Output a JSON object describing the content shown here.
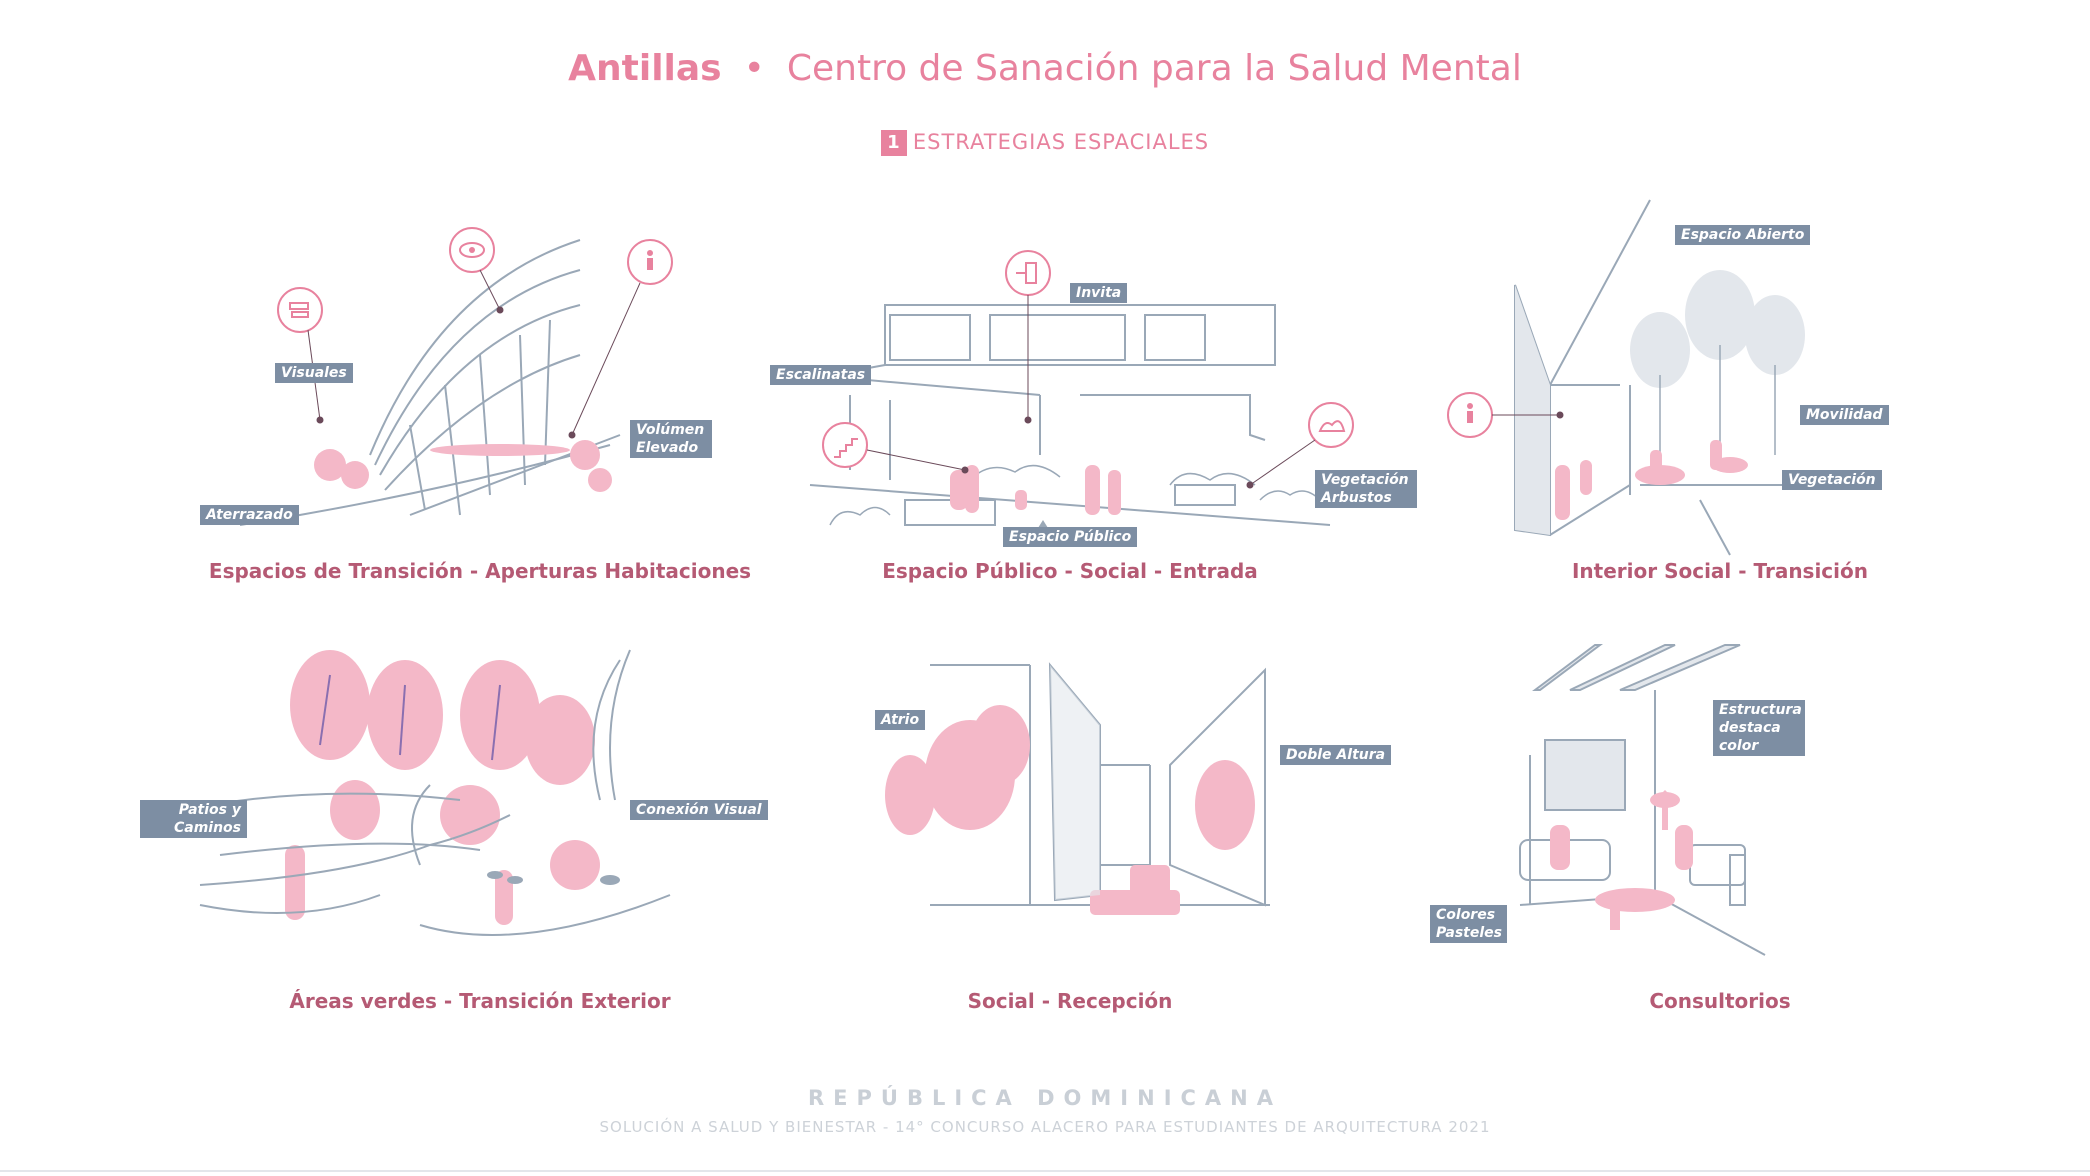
{
  "header": {
    "brand": "Antillas",
    "separator": "•",
    "subtitle": "Centro de Sanación para la Salud Mental"
  },
  "section": {
    "number": "1",
    "label": "ESTRATEGIAS ESPACIALES"
  },
  "panels": [
    {
      "caption": "Espacios de Transición - Aperturas Habitaciones",
      "tags": [
        "Visuales",
        "Volúmen Elevado",
        "Aterrazado"
      ],
      "icons": [
        "eye-icon",
        "layers-icon",
        "person-icon"
      ]
    },
    {
      "caption": "Espacio Público - Social - Entrada",
      "tags": [
        "Invita",
        "Escalinatas",
        "Vegetación Arbustos",
        "Espacio Público"
      ],
      "icons": [
        "door-exit-icon",
        "stairs-icon",
        "shrub-icon"
      ]
    },
    {
      "caption": "Interior Social - Transición",
      "tags": [
        "Espacio Abierto",
        "Movilidad",
        "Vegetación"
      ],
      "icons": [
        "person-icon"
      ]
    },
    {
      "caption": "Áreas verdes - Transición Exterior",
      "tags": [
        "Patios y Caminos",
        "Conexión Visual"
      ],
      "icons": []
    },
    {
      "caption": "Social - Recepción",
      "tags": [
        "Atrio",
        "Doble Altura"
      ],
      "icons": []
    },
    {
      "caption": "Consultorios",
      "tags": [
        "Estructura destaca color",
        "Colores Pasteles"
      ],
      "icons": []
    }
  ],
  "footer": {
    "country": "REPÚBLICA DOMINICANA",
    "subtitle": "SOLUCIÓN A SALUD Y BIENESTAR - 14° CONCURSO ALACERO PARA ESTUDIANTES DE ARQUITECTURA 2021"
  },
  "colors": {
    "pink": "#e8829e",
    "light_pink": "#f4b8c8",
    "blue_gray": "#7d8ea3",
    "line": "#9aa8b7"
  }
}
